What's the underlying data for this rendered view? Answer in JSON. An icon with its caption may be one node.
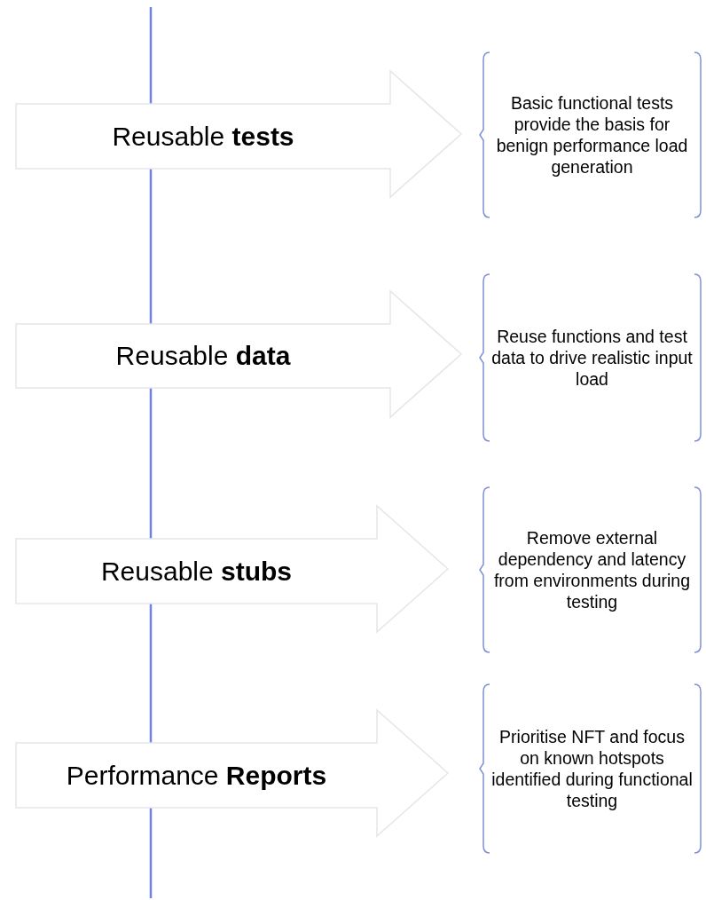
{
  "diagram": {
    "nodes": [
      {
        "text": [
          "Reusable **tests**"
        ]
      },
      {
        "text": [
          "Basic functional tests provide the basis for benign performance load generation"
        ]
      },
      {
        "text": [
          "Reusable **data**"
        ]
      },
      {
        "text": [
          "Reuse functions and test data to drive realistic input load"
        ]
      },
      {
        "text": [
          "Reusable **stubs**"
        ]
      },
      {
        "text": [
          "Remove external dependency and latency from environments during  testing"
        ]
      },
      {
        "text": [
          "Performance **Reports**"
        ]
      },
      {
        "text": [
          "Prioritise NFT and focus on known hotspots identified during functional testing"
        ]
      }
    ],
    "edges": [
      {
        "from": null,
        "to": 0,
        "arrow": "none"
      },
      {
        "from": 0,
        "to": 2,
        "arrow": "none"
      },
      {
        "from": 2,
        "to": 4,
        "arrow": "none"
      },
      {
        "from": 4,
        "to": 6,
        "arrow": "none"
      },
      {
        "from": 6,
        "to": null,
        "arrow": "none"
      }
    ]
  }
}
